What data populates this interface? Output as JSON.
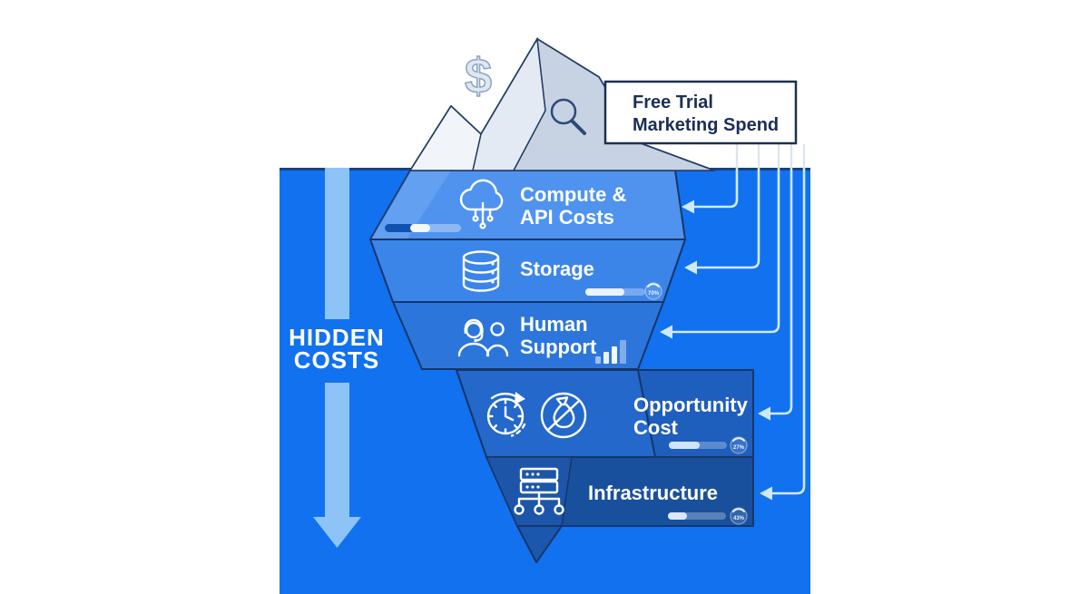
{
  "diagram": {
    "type": "iceberg-cost-infographic",
    "surface_label": {
      "line1": "Free Trial",
      "line2": "Marketing Spend"
    },
    "side_label": {
      "line1": "HIDDEN",
      "line2": "COSTS"
    },
    "tip": {
      "dollar_symbol": "$"
    },
    "layers": [
      {
        "id": "compute-api",
        "line1": "Compute &",
        "line2": "API Costs",
        "icon": "cloud-circuit-icon",
        "fill": "#4f93ef",
        "progress_segments_pct": [
          39,
          26,
          35
        ]
      },
      {
        "id": "storage",
        "line1": "Storage",
        "icon": "database-icon",
        "fill": "#3b85e9",
        "progress_pct": 65,
        "badge": "70%"
      },
      {
        "id": "human-support",
        "line1": "Human",
        "line2": "Support",
        "icon": "support-headset-icon",
        "fill": "#2c76db",
        "mini_bars": [
          8,
          13,
          19,
          26
        ]
      },
      {
        "id": "opportunity-cost",
        "line1": "Opportunity",
        "line2": "Cost",
        "icon": "clock-refresh-icon,no-money-icon",
        "fill": "#2368ca",
        "progress_pct": 53,
        "badge": "27%"
      },
      {
        "id": "infrastructure",
        "line1": "Infrastructure",
        "icon": "server-network-icon",
        "fill": "#19509e",
        "progress_pct": 33,
        "badge": "43%"
      }
    ],
    "colors": {
      "water": "#1171ef",
      "outline": "#16366b",
      "connector": "#cfe9fc",
      "side_arrow": "#8ec3f7",
      "box_border": "#1d3050",
      "box_text": "#1b2f55",
      "layer_text": "#ffffff"
    }
  }
}
